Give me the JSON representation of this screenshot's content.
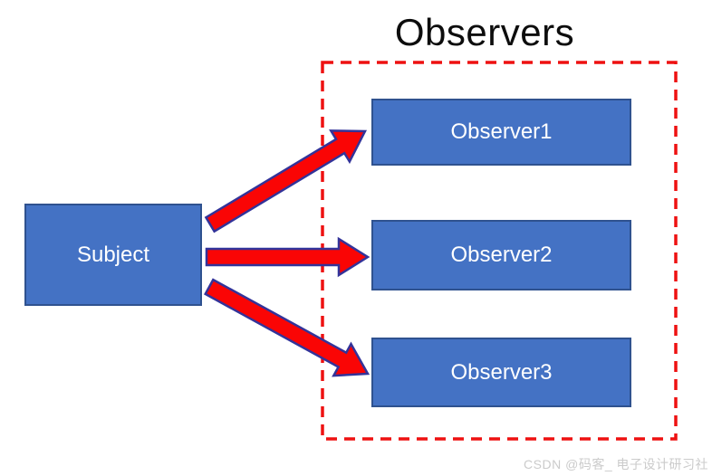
{
  "diagram": {
    "title": "Observers",
    "subject": {
      "label": "Subject"
    },
    "observers": [
      {
        "label": "Observer1"
      },
      {
        "label": "Observer2"
      },
      {
        "label": "Observer3"
      }
    ],
    "relations": [
      {
        "from": "Subject",
        "to": "Observer1"
      },
      {
        "from": "Subject",
        "to": "Observer2"
      },
      {
        "from": "Subject",
        "to": "Observer3"
      }
    ],
    "watermark": "CSDN @码客_ 电子设计研习社",
    "colors": {
      "box_fill": "#4472c4",
      "box_border": "#2f528f",
      "box_text": "#ffffff",
      "arrow_fill": "#fa0505",
      "arrow_outline": "#333399",
      "group_dashed_border": "#ee1111",
      "title_text": "#0d0d0d",
      "watermark_text": "#cbcbcb"
    }
  }
}
